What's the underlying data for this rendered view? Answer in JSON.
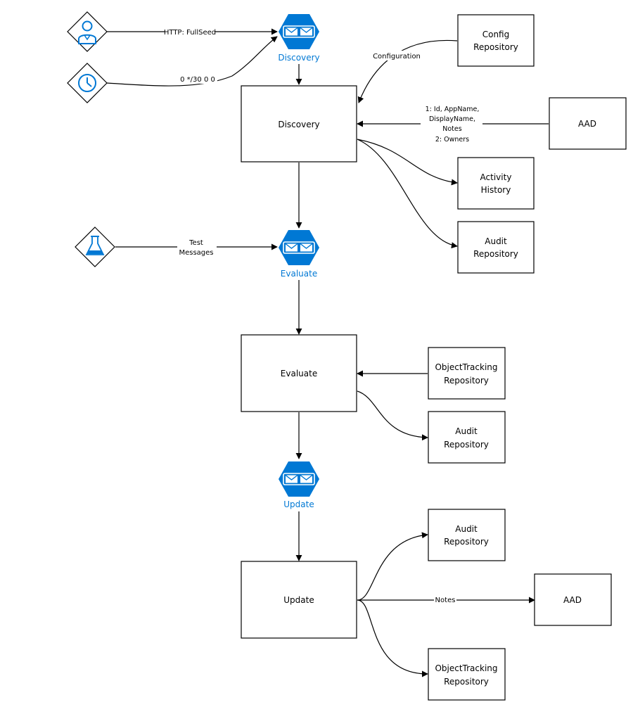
{
  "colors": {
    "queue": "#0078d4",
    "stroke": "#000000",
    "background": "#ffffff"
  },
  "queues": {
    "discovery": "Discovery",
    "evaluate": "Evaluate",
    "update": "Update"
  },
  "triggers": {
    "http": {
      "icon": "user-icon",
      "label": "HTTP: FullSeed"
    },
    "timer": {
      "icon": "clock-icon",
      "label": "0 */30 0 0"
    },
    "test": {
      "icon": "flask-icon",
      "label_line1": "Test",
      "label_line2": "Messages"
    }
  },
  "functions": {
    "discovery": "Discovery",
    "evaluate": "Evaluate",
    "update": "Update"
  },
  "stores": {
    "config_line1": "Config",
    "config_line2": "Repository",
    "aad_top": "AAD",
    "activity_line1": "Activity",
    "activity_line2": "History",
    "audit1_line1": "Audit",
    "audit1_line2": "Repository",
    "objtrack1_line1": "ObjectTracking",
    "objtrack1_line2": "Repository",
    "audit2_line1": "Audit",
    "audit2_line2": "Repository",
    "audit3_line1": "Audit",
    "audit3_line2": "Repository",
    "aad_bottom": "AAD",
    "objtrack2_line1": "ObjectTracking",
    "objtrack2_line2": "Repository"
  },
  "edge_labels": {
    "configuration": "Configuration",
    "aad_fields_1": "1: Id, AppName,",
    "aad_fields_2": "DisplayName,",
    "aad_fields_3": "Notes",
    "aad_fields_4": "2: Owners",
    "notes": "Notes"
  }
}
